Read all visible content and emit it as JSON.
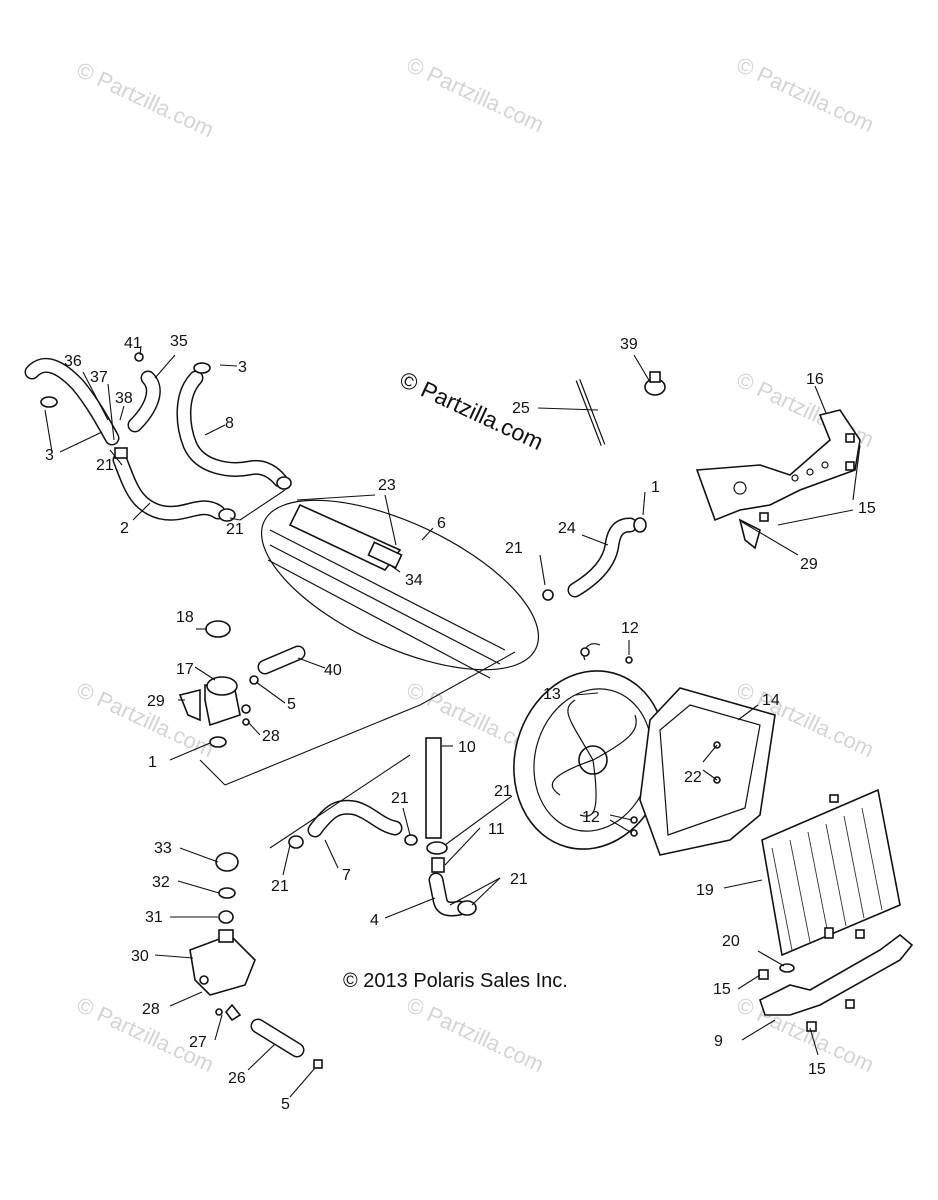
{
  "watermark": {
    "text": "© Partzilla.com"
  },
  "copyright": {
    "center": "© Partzilla.com",
    "bottom": "© 2013 Polaris Sales Inc."
  },
  "callouts": {
    "c1a": "1",
    "c1b": "1",
    "c2": "2",
    "c3a": "3",
    "c3b": "3",
    "c4": "4",
    "c5a": "5",
    "c5b": "5",
    "c6": "6",
    "c7": "7",
    "c8": "8",
    "c9": "9",
    "c10": "10",
    "c11": "11",
    "c12a": "12",
    "c12b": "12",
    "c13": "13",
    "c14": "14",
    "c15a": "15",
    "c15b": "15",
    "c15c": "15",
    "c16": "16",
    "c17": "17",
    "c18": "18",
    "c19": "19",
    "c20": "20",
    "c21a": "21",
    "c21b": "21",
    "c21c": "21",
    "c21d": "21",
    "c21e": "21",
    "c21f": "21",
    "c21g": "21",
    "c22": "22",
    "c23": "23",
    "c24": "24",
    "c25": "25",
    "c26": "26",
    "c27": "27",
    "c28a": "28",
    "c28b": "28",
    "c29a": "29",
    "c29b": "29",
    "c30": "30",
    "c31": "31",
    "c32": "32",
    "c33": "33",
    "c34": "34",
    "c35": "35",
    "c36": "36",
    "c37": "37",
    "c38": "38",
    "c39": "39",
    "c40": "40",
    "c41": "41"
  }
}
